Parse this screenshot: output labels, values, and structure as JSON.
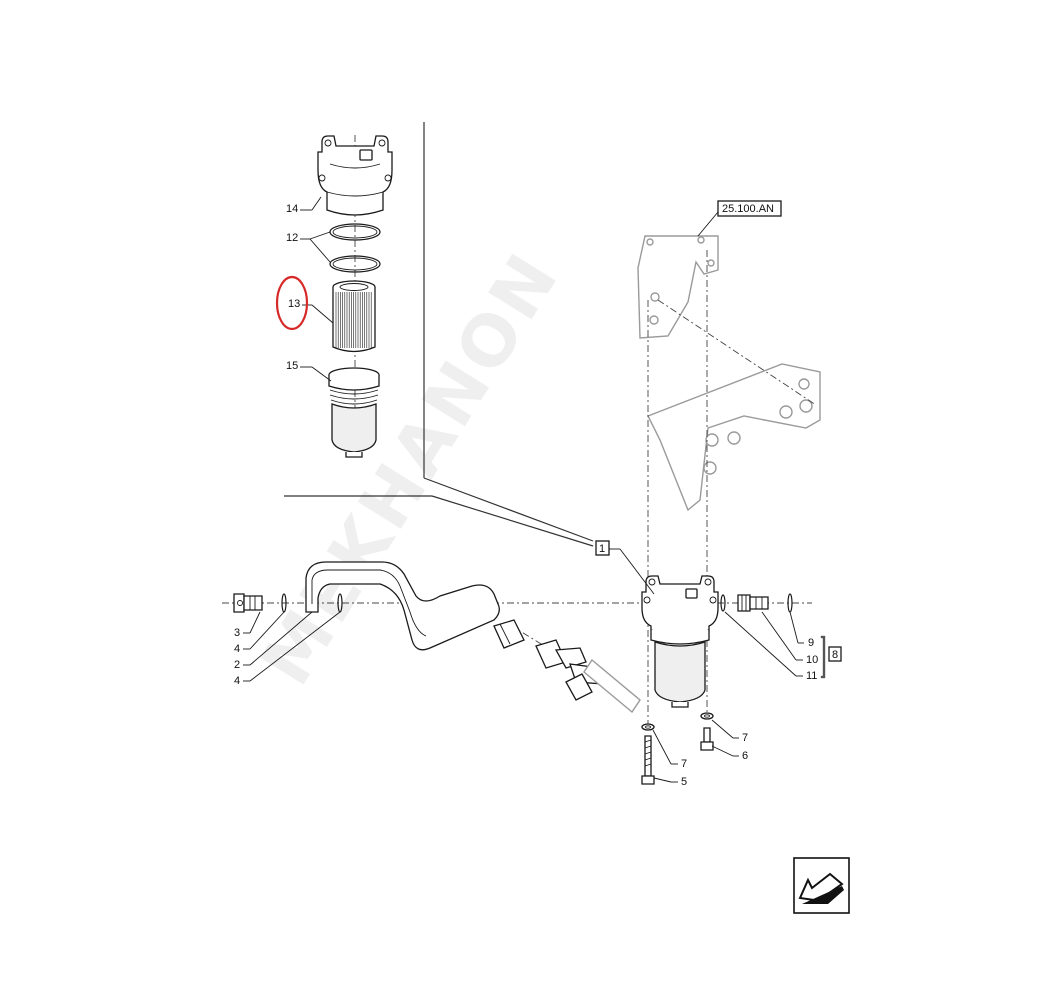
{
  "watermark": "MEKHANON",
  "reference_box": "25.100.AN",
  "group_box": "8",
  "callouts": {
    "c1": "1",
    "c2": "2",
    "c3": "3",
    "c4a": "4",
    "c4b": "4",
    "c5a": "5",
    "c6": "6",
    "c7a": "7",
    "c7b": "7",
    "c9": "9",
    "c10": "10",
    "c11": "11",
    "c12": "12",
    "c13": "13",
    "c14": "14",
    "c15": "15"
  },
  "highlight": {
    "part": "13",
    "color": "#d62a2a"
  },
  "icons": {
    "nav": "arrow-back-icon"
  }
}
